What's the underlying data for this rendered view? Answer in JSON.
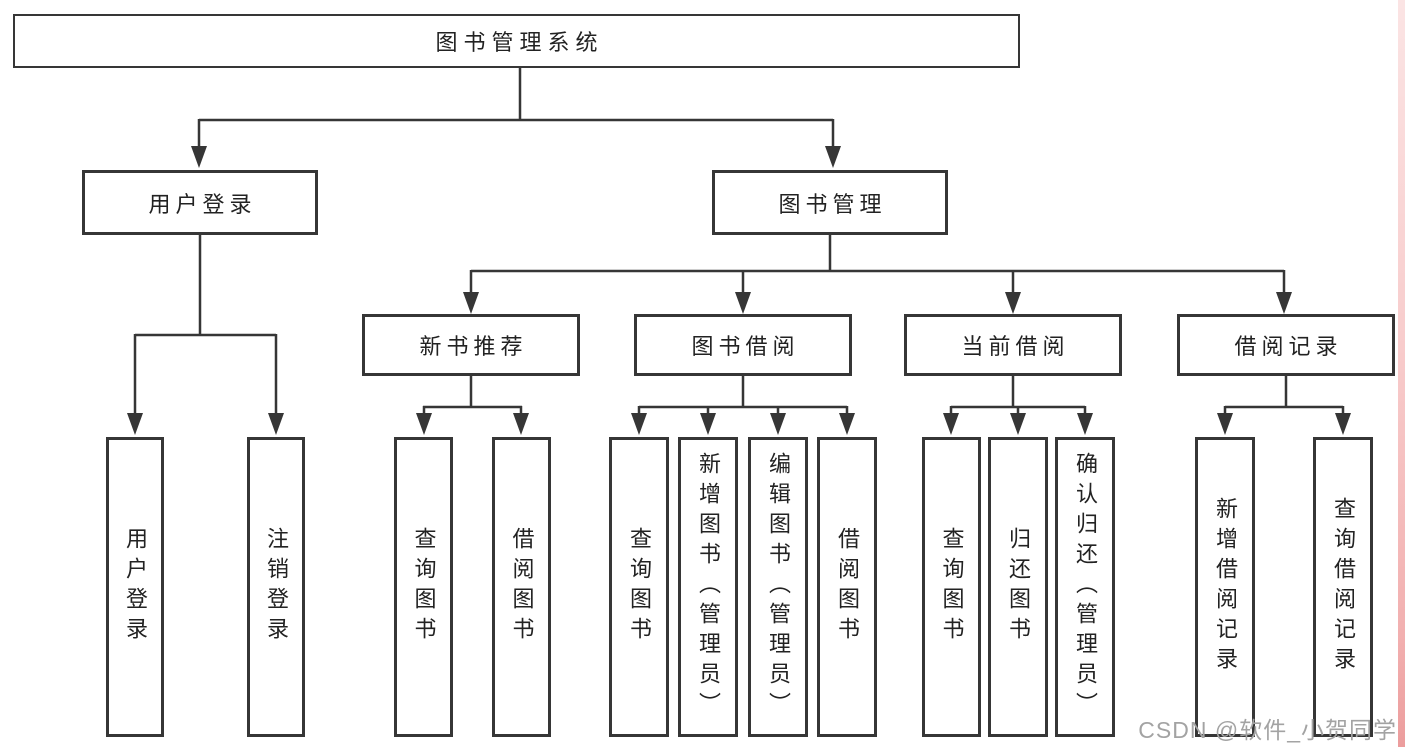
{
  "diagram": {
    "root": {
      "label": "图书管理系统"
    },
    "branches": [
      {
        "label": "用户登录",
        "children": [
          {
            "label": "用户登录"
          },
          {
            "label": "注销登录"
          }
        ]
      },
      {
        "label": "图书管理",
        "children": [
          {
            "label": "新书推荐",
            "children": [
              {
                "label": "查询图书"
              },
              {
                "label": "借阅图书"
              }
            ]
          },
          {
            "label": "图书借阅",
            "children": [
              {
                "label": "查询图书"
              },
              {
                "label": "新增图书（管理员）"
              },
              {
                "label": "编辑图书（管理员）"
              },
              {
                "label": "借阅图书"
              }
            ]
          },
          {
            "label": "当前借阅",
            "children": [
              {
                "label": "查询图书"
              },
              {
                "label": "归还图书"
              },
              {
                "label": "确认归还（管理员）"
              }
            ]
          },
          {
            "label": "借阅记录",
            "children": [
              {
                "label": "新增借阅记录"
              },
              {
                "label": "查询借阅记录"
              }
            ]
          }
        ]
      }
    ]
  },
  "watermark": {
    "text": "CSDN @软件_小贺同学"
  },
  "colors": {
    "line": "#363636",
    "box_border": "#363636",
    "text": "#222222",
    "watermark_text": "#a3a3a3",
    "right_edge_strip": "#f2b0b0",
    "background": "#ffffff"
  }
}
